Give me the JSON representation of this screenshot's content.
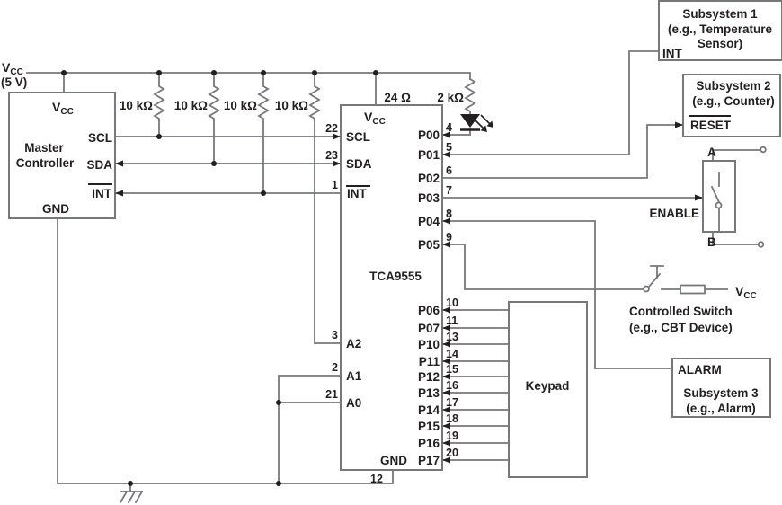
{
  "supply": {
    "v": "V",
    "v_sub": "CC",
    "volts": "(5 V)"
  },
  "pullups": [
    "10 kΩ",
    "10 kΩ",
    "10 kΩ",
    "10 kΩ"
  ],
  "series_resistor": "24 Ω",
  "led_resistor": "2 kΩ",
  "master": {
    "title_line1": "Master",
    "title_line2": "Controller",
    "pin_vcc_v": "V",
    "pin_vcc_sub": "CC",
    "pin_scl": "SCL",
    "pin_sda": "SDA",
    "pin_int": "INT",
    "pin_gnd": "GND"
  },
  "chip": {
    "name": "TCA9555",
    "vcc_v": "V",
    "vcc_sub": "CC",
    "pins_left": [
      {
        "num": "22",
        "label": "SCL"
      },
      {
        "num": "23",
        "label": "SDA"
      },
      {
        "num": "1",
        "label": "INT"
      },
      {
        "num": "3",
        "label": "A2"
      },
      {
        "num": "2",
        "label": "A1"
      },
      {
        "num": "21",
        "label": "A0"
      }
    ],
    "pin_gnd": {
      "num": "12",
      "label": "GND"
    },
    "pins_right": [
      {
        "num": "4",
        "label": "P00"
      },
      {
        "num": "5",
        "label": "P01"
      },
      {
        "num": "6",
        "label": "P02"
      },
      {
        "num": "7",
        "label": "P03"
      },
      {
        "num": "8",
        "label": "P04"
      },
      {
        "num": "9",
        "label": "P05"
      },
      {
        "num": "10",
        "label": "P06"
      },
      {
        "num": "11",
        "label": "P07"
      },
      {
        "num": "13",
        "label": "P10"
      },
      {
        "num": "14",
        "label": "P11"
      },
      {
        "num": "15",
        "label": "P12"
      },
      {
        "num": "16",
        "label": "P13"
      },
      {
        "num": "17",
        "label": "P14"
      },
      {
        "num": "18",
        "label": "P15"
      },
      {
        "num": "19",
        "label": "P16"
      },
      {
        "num": "20",
        "label": "P17"
      }
    ]
  },
  "subsystem1": {
    "title": "Subsystem 1",
    "subtitle_line1": "(e.g., Temperature",
    "subtitle_line2": "Sensor)",
    "pin_int": "INT"
  },
  "subsystem2": {
    "title": "Subsystem 2",
    "subtitle": "(e.g., Counter)",
    "pin_reset": "RESET"
  },
  "enable_switch": {
    "terminal_a": "A",
    "terminal_b": "B",
    "label": "ENABLE"
  },
  "controlled_switch": {
    "title": "Controlled Switch",
    "subtitle": "(e.g., CBT Device)",
    "vcc_v": "V",
    "vcc_sub": "CC"
  },
  "subsystem3": {
    "pin_alarm": "ALARM",
    "title": "Subsystem 3",
    "subtitle": "(e.g., Alarm)"
  },
  "keypad": {
    "label": "Keypad"
  }
}
